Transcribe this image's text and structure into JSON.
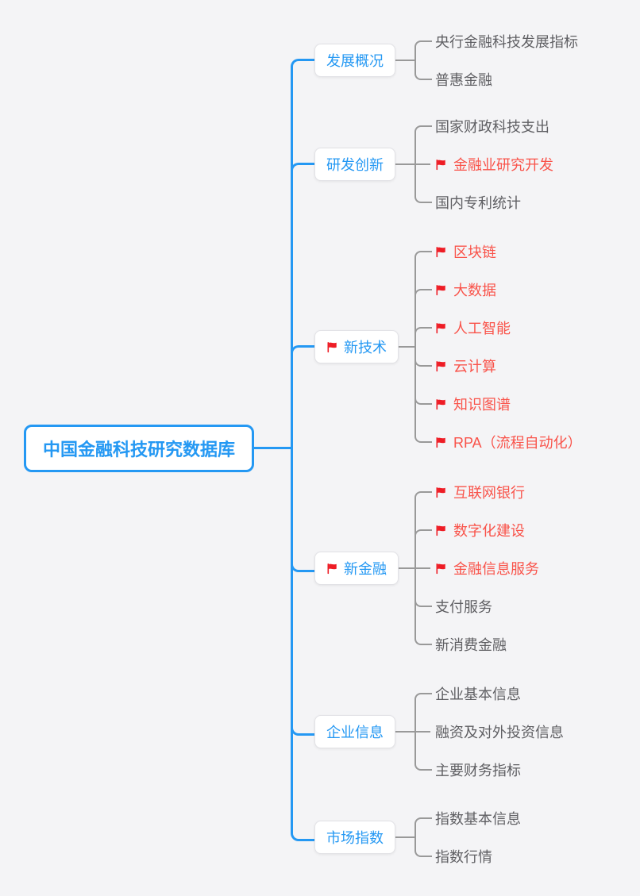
{
  "diagram": {
    "title": "中国金融科技研究数据库 mindmap",
    "root": {
      "label": "中国金融科技研究数据库"
    },
    "branches": [
      {
        "label": "发展概况",
        "flag": false,
        "children": [
          {
            "label": "央行金融科技发展指标",
            "flag": false
          },
          {
            "label": "普惠金融",
            "flag": false
          }
        ]
      },
      {
        "label": "研发创新",
        "flag": false,
        "children": [
          {
            "label": "国家财政科技支出",
            "flag": false
          },
          {
            "label": "金融业研究开发",
            "flag": true
          },
          {
            "label": "国内专利统计",
            "flag": false
          }
        ]
      },
      {
        "label": "新技术",
        "flag": true,
        "children": [
          {
            "label": "区块链",
            "flag": true
          },
          {
            "label": "大数据",
            "flag": true
          },
          {
            "label": "人工智能",
            "flag": true
          },
          {
            "label": "云计算",
            "flag": true
          },
          {
            "label": "知识图谱",
            "flag": true
          },
          {
            "label": "RPA（流程自动化）",
            "flag": true
          }
        ]
      },
      {
        "label": "新金融",
        "flag": true,
        "children": [
          {
            "label": "互联网银行",
            "flag": true
          },
          {
            "label": "数字化建设",
            "flag": true
          },
          {
            "label": "金融信息服务",
            "flag": true
          },
          {
            "label": "支付服务",
            "flag": false
          },
          {
            "label": "新消费金融",
            "flag": false
          }
        ]
      },
      {
        "label": "企业信息",
        "flag": false,
        "children": [
          {
            "label": "企业基本信息",
            "flag": false
          },
          {
            "label": "融资及对外投资信息",
            "flag": false
          },
          {
            "label": "主要财务指标",
            "flag": false
          }
        ]
      },
      {
        "label": "市场指数",
        "flag": false,
        "children": [
          {
            "label": "指数基本信息",
            "flag": false
          },
          {
            "label": "指数行情",
            "flag": false
          }
        ]
      }
    ],
    "colors": {
      "accent_blue": "#2498f3",
      "flag_red": "#ee1c25",
      "leaf_red_text": "#f9534a",
      "leaf_gray_text": "#5f5f63",
      "connector_gray": "#999999",
      "background": "#f4f4f6"
    }
  }
}
